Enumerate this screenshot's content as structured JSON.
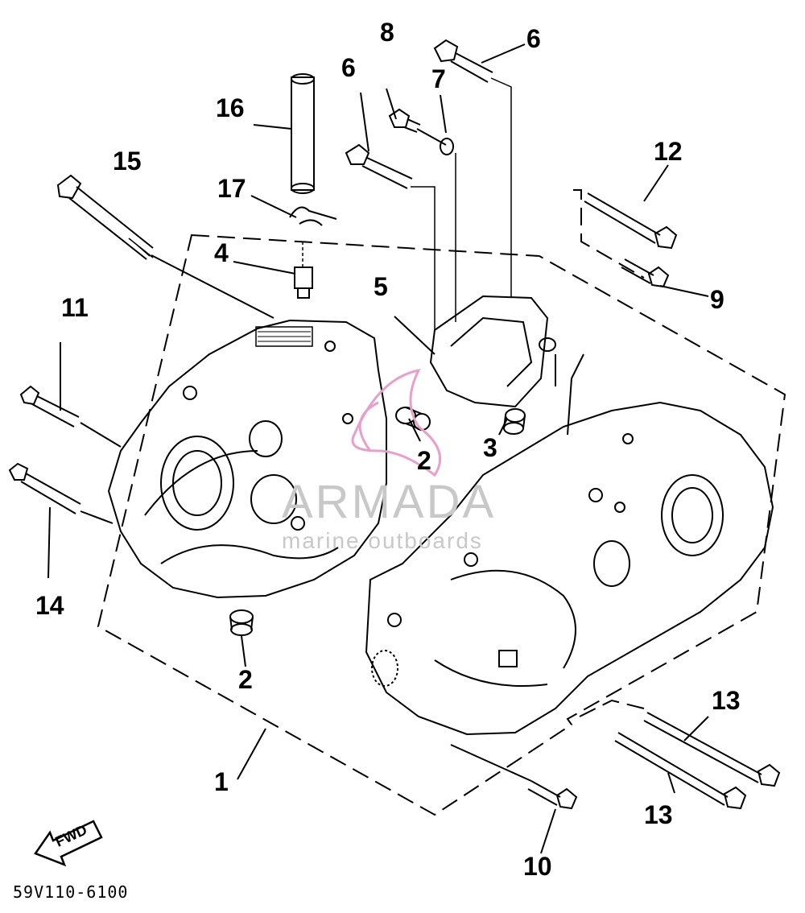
{
  "diagram": {
    "catalog_code": "59V110-6100",
    "fwd_label": "FWD",
    "watermark": {
      "main": "ARMADA",
      "sub": "marine outboards",
      "color": "#c8c8c8",
      "logo_color": "#e8a0c8"
    },
    "callouts": {
      "c1": "1",
      "c2a": "2",
      "c2b": "2",
      "c3": "3",
      "c4": "4",
      "c5": "5",
      "c6a": "6",
      "c6b": "6",
      "c7": "7",
      "c8": "8",
      "c9": "9",
      "c10": "10",
      "c11": "11",
      "c12": "12",
      "c13a": "13",
      "c13b": "13",
      "c14": "14",
      "c15": "15",
      "c16": "16",
      "c17": "17"
    }
  }
}
